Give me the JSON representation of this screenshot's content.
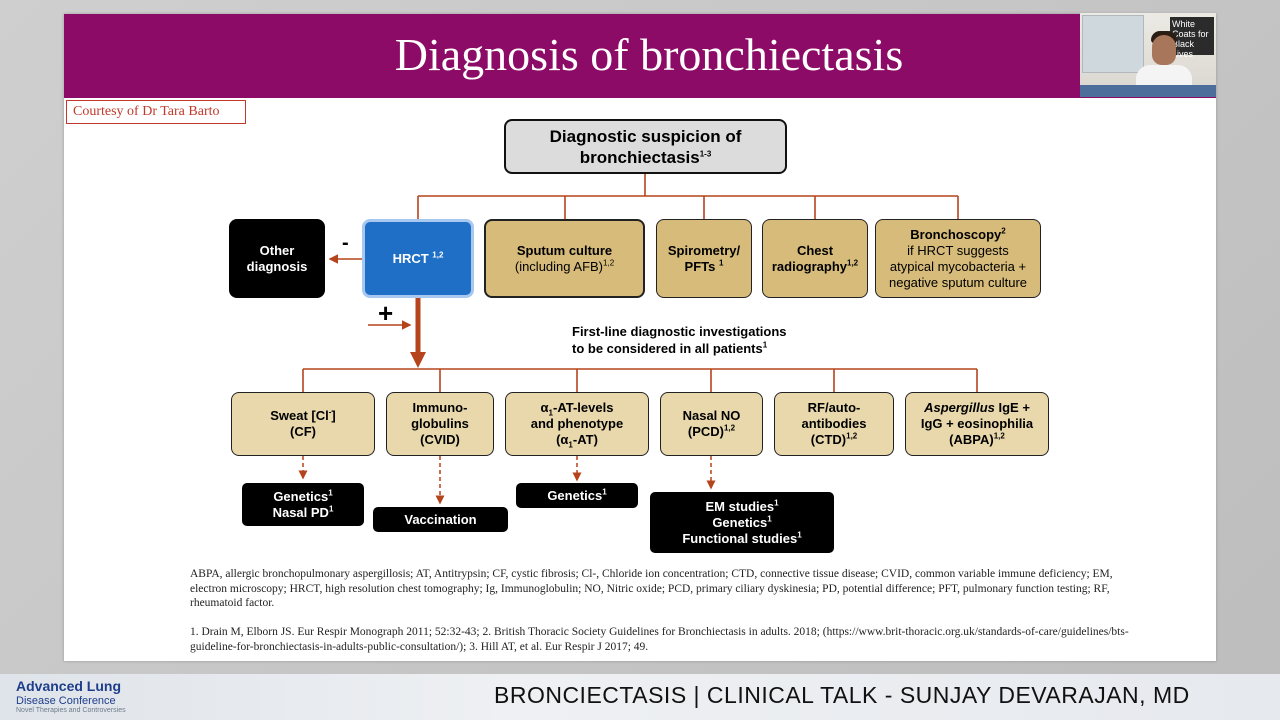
{
  "slide": {
    "title": "Diagnosis of bronchiectasis",
    "courtesy": "Courtesy of Dr Tara Barto"
  },
  "webcam": {
    "sign_text": "White Coats for Black Lives"
  },
  "flowchart": {
    "top": {
      "line1": "Diagnostic suspicion of",
      "line2": "bronchiectasis",
      "sup": "1-3"
    },
    "other_diagnosis": {
      "line1": "Other",
      "line2": "diagnosis"
    },
    "minus_sign": "-",
    "plus_sign": "+",
    "hrct": {
      "label": "HRCT",
      "sup": "1,2"
    },
    "sputum": {
      "line1": "Sputum culture",
      "line2": "(including AFB)",
      "sup": "1,2"
    },
    "spirometry": {
      "line1": "Spirometry/",
      "line2": "PFTs",
      "sup": "1"
    },
    "chest": {
      "line1": "Chest",
      "line2": "radiography",
      "sup": "1,2"
    },
    "bronchoscopy": {
      "line1": "Bronchoscopy",
      "sup": "2",
      "line2": "if HRCT suggests",
      "line3": "atypical mycobacteria +",
      "line4": "negative sputum culture"
    },
    "first_line": {
      "line1": "First-line diagnostic investigations",
      "line2": "to be considered in all patients",
      "sup": "1"
    },
    "sweat": {
      "line1a": "Sweat [Cl",
      "line1sup": "-",
      "line1b": "]",
      "line2": "(CF)"
    },
    "immuno": {
      "line1": "Immuno-",
      "line2": "globulins",
      "line3": "(CVID)"
    },
    "alpha": {
      "line1a": "α",
      "line1sub": "1",
      "line1b": "-AT-levels",
      "line2": "and phenotype",
      "line3a": "(α",
      "line3sub": "1",
      "line3b": "-AT)"
    },
    "nasal_no": {
      "line1": "Nasal NO",
      "line2": "(PCD)",
      "sup": "1,2"
    },
    "rf": {
      "line1": "RF/auto-",
      "line2": "antibodies",
      "line3": "(CTD)",
      "sup": "1,2"
    },
    "aspergillus": {
      "line1a": "Aspergillus",
      "line1b": " IgE +",
      "line2": "IgG + eosinophilia",
      "line3": "(ABPA)",
      "sup": "1,2"
    },
    "genetics_nasal_pd": {
      "line1": "Genetics",
      "sup1": "1",
      "line2": "Nasal PD",
      "sup2": "1"
    },
    "vaccination": {
      "label": "Vaccination"
    },
    "genetics_alpha": {
      "label": "Genetics",
      "sup": "1"
    },
    "em_studies": {
      "line1": "EM studies",
      "sup1": "1",
      "line2": "Genetics",
      "sup2": "1",
      "line3": "Functional studies",
      "sup3": "1"
    }
  },
  "abbreviations": "ABPA, allergic bronchopulmonary aspergillosis; AT, Antitrypsin; CF, cystic fibrosis; Cl-, Chloride ion concentration; CTD, connective tissue disease; CVID, common variable immune deficiency; EM, electron microscopy; HRCT, high resolution chest tomography; Ig, Immunoglobulin; NO, Nitric oxide; PCD, primary ciliary dyskinesia; PD, potential difference; PFT, pulmonary function testing; RF, rheumatoid factor.",
  "references": "1. Drain M, Elborn JS. Eur Respir Monograph 2011; 52:32-43; 2. British Thoracic Society Guidelines for Bronchiectasis in adults. 2018; (https://www.brit-thoracic.org.uk/standards-of-care/guidelines/bts-guideline-for-bronchiectasis-in-adults-public-consultation/); 3. Hill AT, et al. Eur Respir J 2017; 49.",
  "footer": {
    "logo_line1": "Advanced Lung",
    "logo_line2": "Disease Conference",
    "logo_line3": "Novel Therapies and Controversies",
    "talk_title": "BRONCIECTASIS | CLINICAL TALK - SUNJAY DEVARAJAN, MD"
  },
  "colors": {
    "title_bar": "#8b0b66",
    "connector": "#b5441c",
    "hrct_box": "#1f6fc6",
    "tan_box": "#e8d8ac",
    "gold_box": "#d6bb7a"
  }
}
